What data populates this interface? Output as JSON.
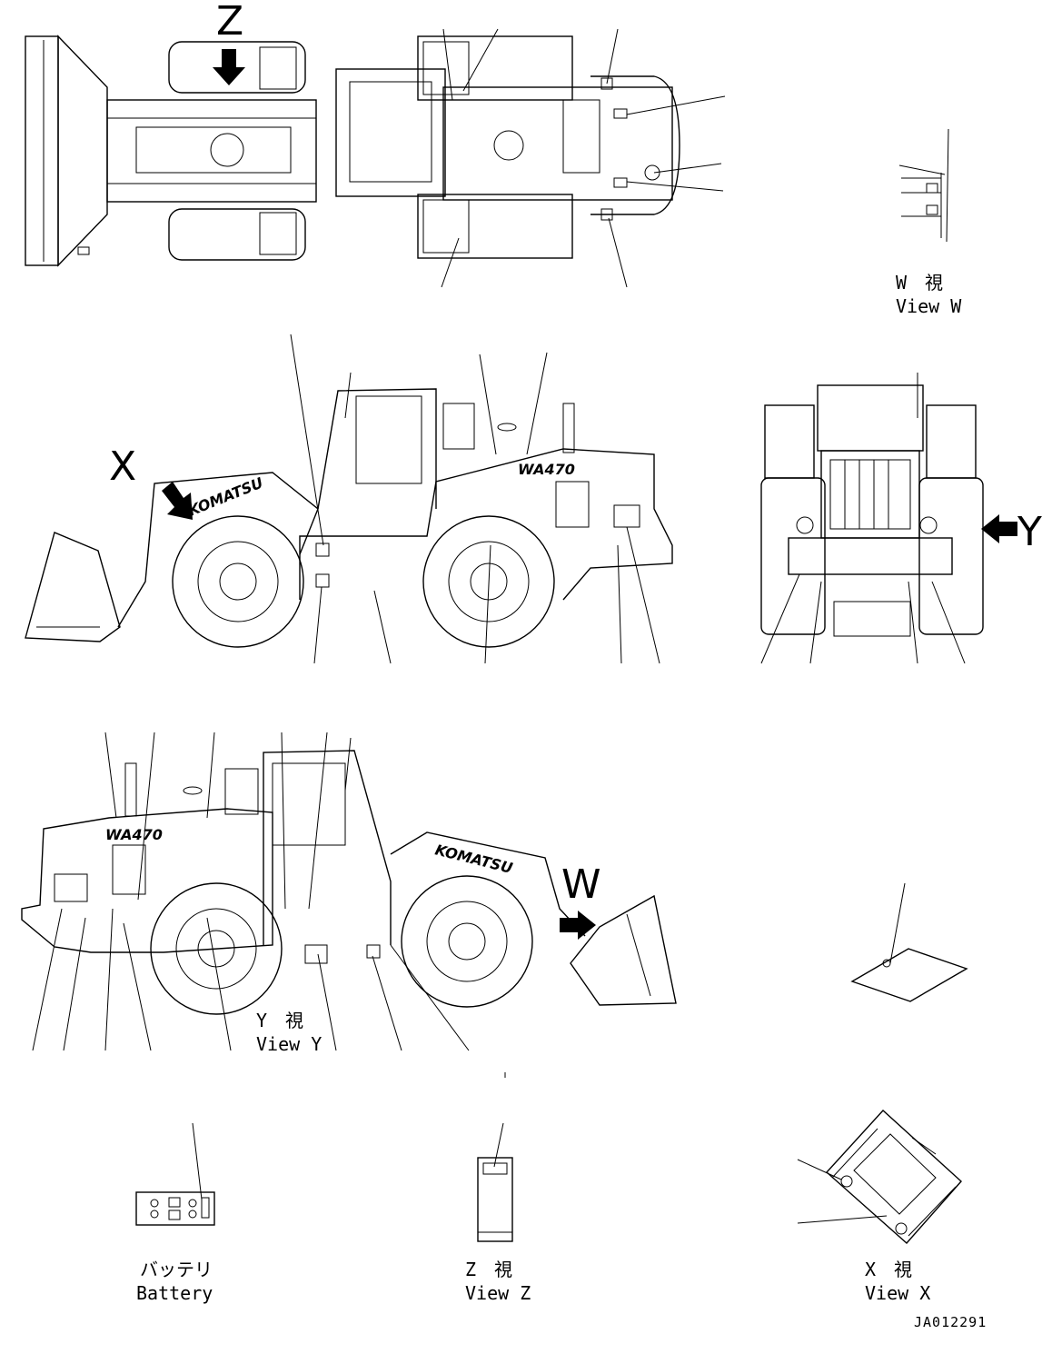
{
  "view_labels": {
    "w_jp": "W　視",
    "w_en": "View W",
    "y_jp": "Y　視",
    "y_en": "View Y",
    "z_jp": "Z　視",
    "z_en": "View Z",
    "x_jp": "X　視",
    "x_en": "View X",
    "battery_jp": "バッテリ",
    "battery_en": "Battery"
  },
  "arrow_letters": {
    "z": "Z",
    "x": "X",
    "y": "Y",
    "w": "W"
  },
  "model": "WA470",
  "brand": "KOMATSU",
  "drawing_code": "JA012291"
}
